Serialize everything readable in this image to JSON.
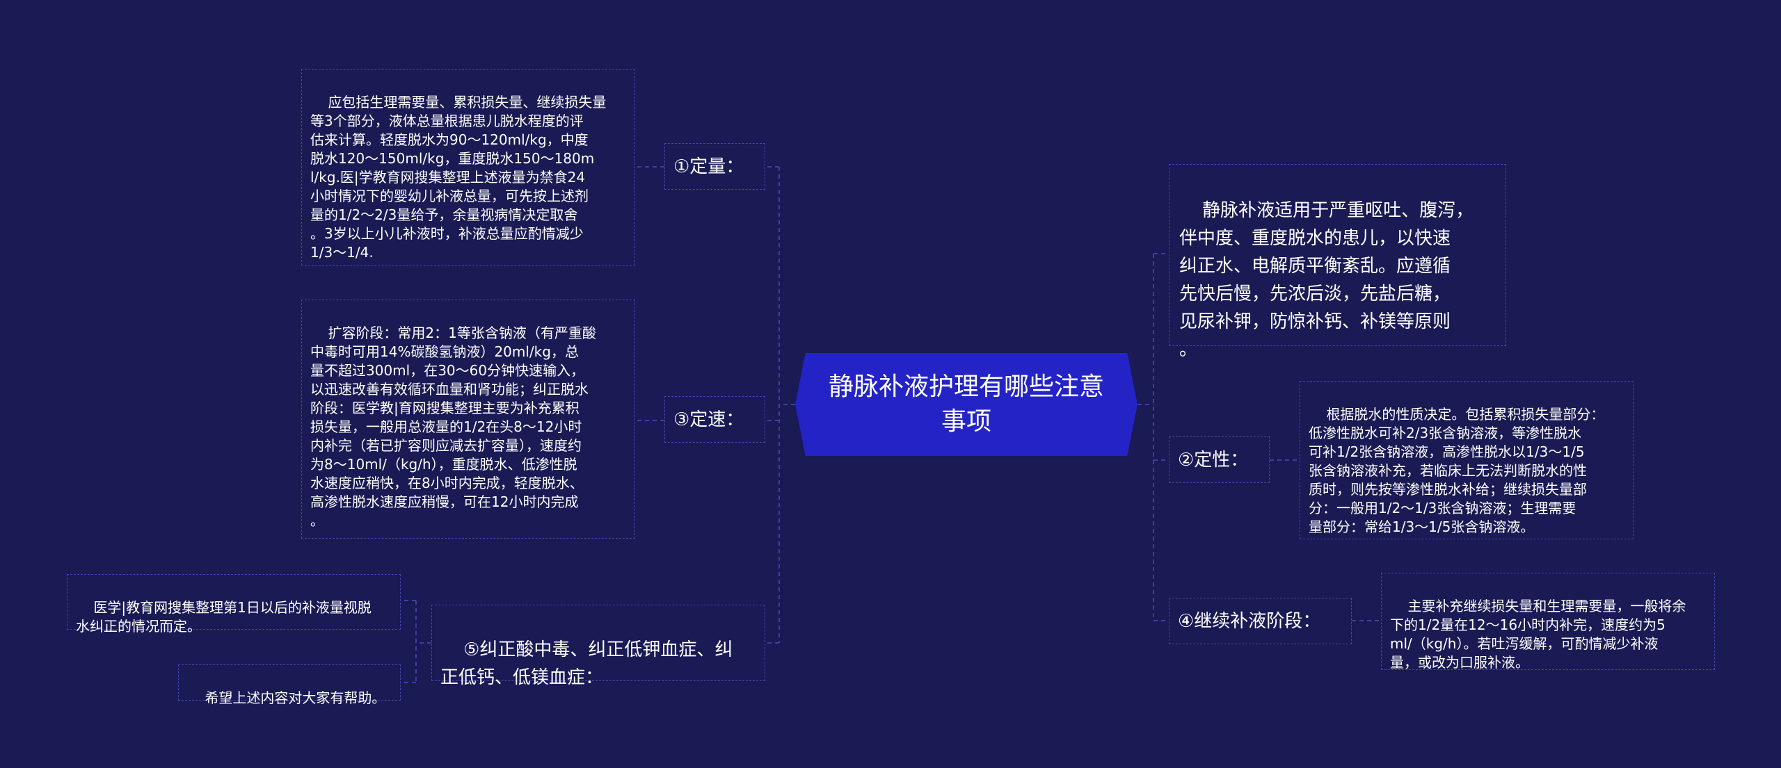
{
  "central_topic": "静脉补液护理有哪些注意\n事项",
  "left": {
    "dingliang": {
      "label": "①定量：",
      "detail": "应包括生理需要量、累积损失量、继续损失量\n等3个部分，液体总量根据患儿脱水程度的评\n估来计算。轻度脱水为90～120ml/kg，中度\n脱水120～150ml/kg，重度脱水150～180m\nl/kg.医|学教育网搜集整理上述液量为禁食24\n小时情况下的婴幼儿补液总量，可先按上述剂\n量的1/2～2/3量给予，余量视病情决定取舍\n。3岁以上小儿补液时，补液总量应酌情减少\n1/3～1/4."
    },
    "dingsu": {
      "label": "③定速：",
      "detail": "扩容阶段：常用2：1等张含钠液（有严重酸\n中毒时可用14%碳酸氢钠液）20ml/kg，总\n量不超过300ml，在30～60分钟快速输入，\n以迅速改善有效循环血量和肾功能；纠正脱水\n阶段：医学教|育网搜集整理主要为补充累积\n损失量，一般用总液量的1/2在头8～12小时\n内补完（若已扩容则应减去扩容量），速度约\n为8～10ml/（kg/h），重度脱水、低渗性脱\n水速度应稍快，在8小时内完成，轻度脱水、\n高渗性脱水速度应稍慢，可在12小时内完成\n。"
    },
    "jiuzheng": {
      "label": "⑤纠正酸中毒、纠正低钾血症、纠\n正低钙、低镁血症：",
      "detail1": "医学|教育网搜集整理第1日以后的补液量视脱\n水纠正的情况而定。",
      "detail2": "希望上述内容对大家有帮助。"
    }
  },
  "right": {
    "intro": "静脉补液适用于严重呕吐、腹泻，\n伴中度、重度脱水的患儿，以快速\n纠正水、电解质平衡紊乱。应遵循\n先快后慢，先浓后淡，先盐后糖，\n见尿补钾，防惊补钙、补镁等原则\n。",
    "dingxing": {
      "label": "②定性：",
      "detail": "根据脱水的性质决定。包括累积损失量部分：\n低渗性脱水可补2/3张含钠溶液，等渗性脱水\n可补1/2张含钠溶液，高渗性脱水以1/3～1/5\n张含钠溶液补充，若临床上无法判断脱水的性\n质时，则先按等渗性脱水补给；继续损失量部\n分：一般用1/2～1/3张含钠溶液；生理需要\n量部分：常给1/3～1/5张含钠溶液。"
    },
    "jixu": {
      "label": "④继续补液阶段：",
      "detail": "主要补充继续损失量和生理需要量，一般将余\n下的1/2量在12～16小时内补完，速度约为5\nml/（kg/h）。若吐泻缓解，可酌情减少补液\n量，或改为口服补液。"
    }
  },
  "colors": {
    "background": "#1a1a54",
    "central": "#2424c6",
    "border": "#4545b4",
    "text": "#ffffff"
  }
}
